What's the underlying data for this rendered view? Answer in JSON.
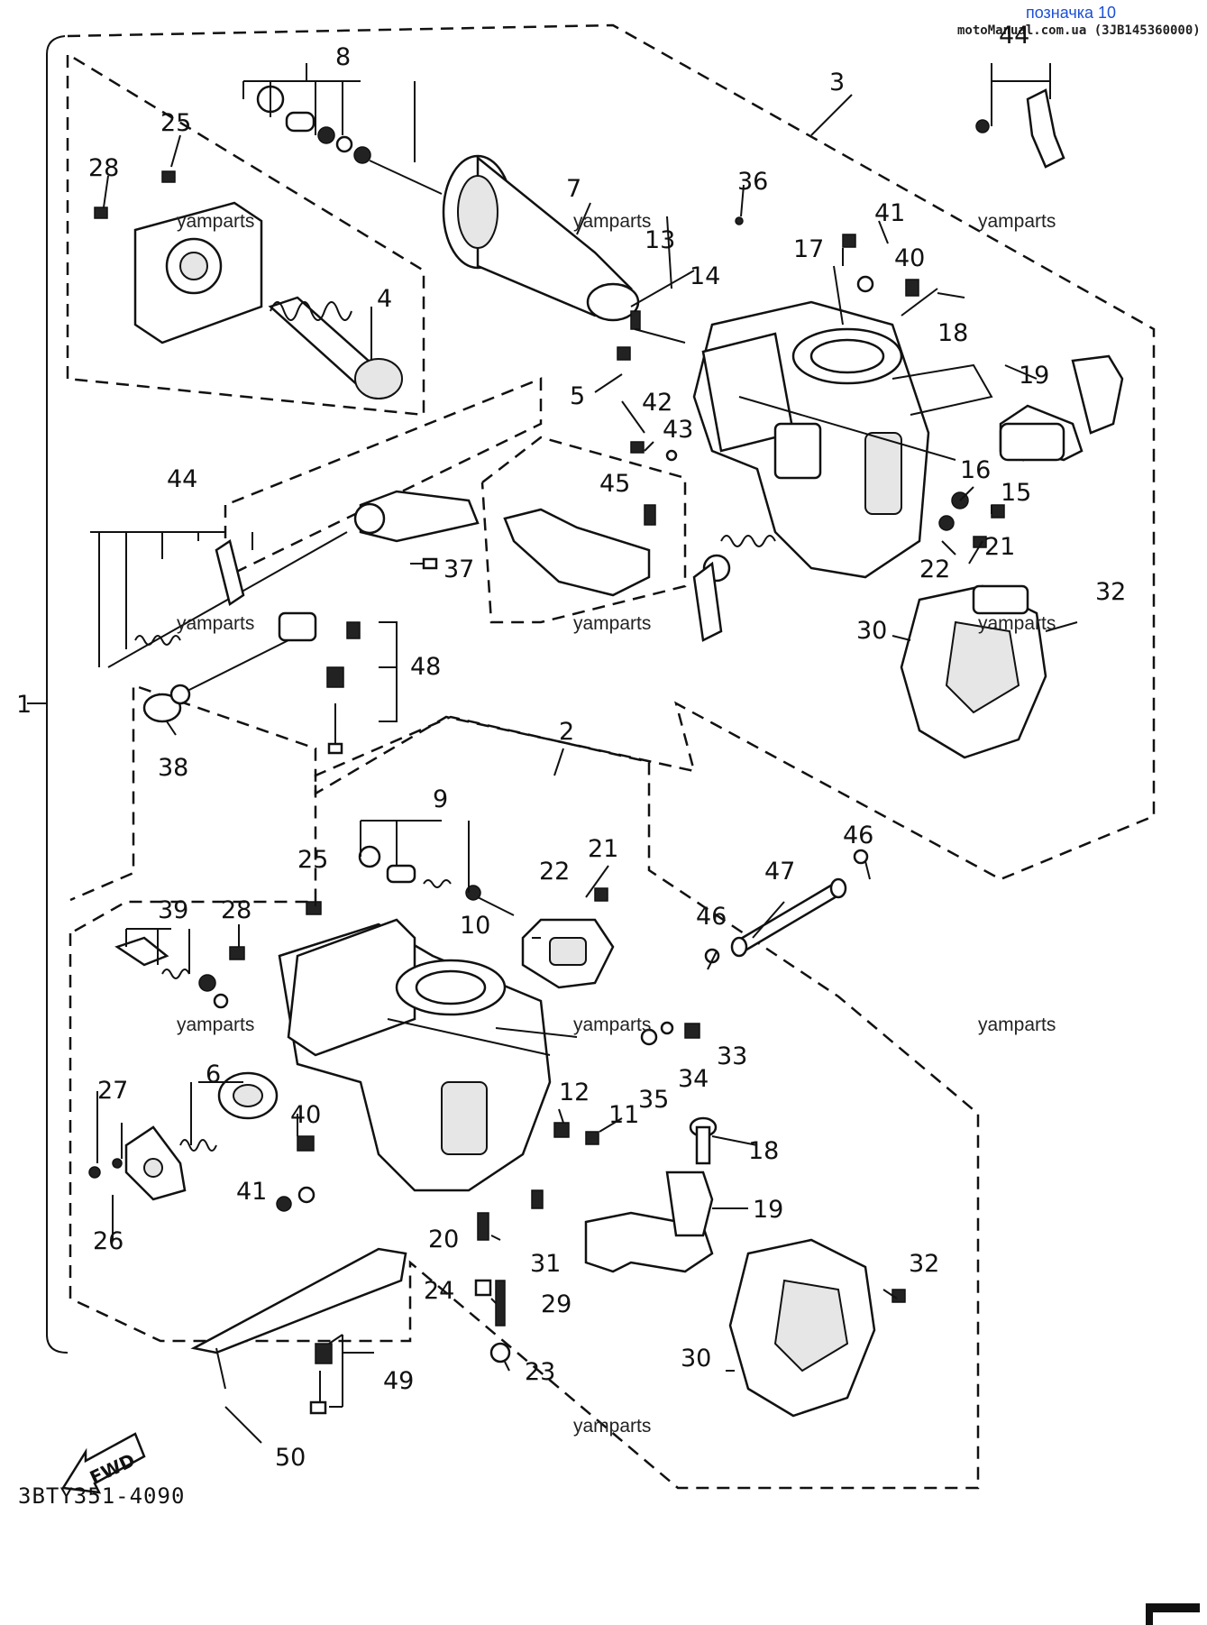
{
  "header": {
    "tag": "позначка 10",
    "site": "motoManual.com.ua (3JB145360000)"
  },
  "watermarks": [
    "yamparts",
    "yamparts",
    "yamparts",
    "yamparts",
    "yamparts",
    "yamparts",
    "yamparts",
    "yamparts",
    "yamparts",
    "yamparts"
  ],
  "footer": {
    "code": "3BTY351-4090",
    "fwd_label": "FWD"
  },
  "callouts": {
    "c1": "1",
    "c2": "2",
    "c3": "3",
    "c4": "4",
    "c5": "5",
    "c6": "6",
    "c7": "7",
    "c8": "8",
    "c9": "9",
    "c10": "10",
    "c11": "11",
    "c12": "12",
    "c13": "13",
    "c14": "14",
    "c15": "15",
    "c16": "16",
    "c17": "17",
    "c18a": "18",
    "c18b": "18",
    "c19a": "19",
    "c19b": "19",
    "c20": "20",
    "c21a": "21",
    "c21b": "21",
    "c22a": "22",
    "c22b": "22",
    "c23": "23",
    "c24": "24",
    "c25a": "25",
    "c25b": "25",
    "c26": "26",
    "c27": "27",
    "c28a": "28",
    "c28b": "28",
    "c29": "29",
    "c30a": "30",
    "c30b": "30",
    "c31": "31",
    "c32a": "32",
    "c32b": "32",
    "c33": "33",
    "c34": "34",
    "c35": "35",
    "c36": "36",
    "c37": "37",
    "c38": "38",
    "c39": "39",
    "c40a": "40",
    "c40b": "40",
    "c41a": "41",
    "c41b": "41",
    "c42": "42",
    "c43": "43",
    "c44a": "44",
    "c44b": "44",
    "c45": "45",
    "c46a": "46",
    "c46b": "46",
    "c47": "47",
    "c48": "48",
    "c49": "49",
    "c50": "50"
  }
}
